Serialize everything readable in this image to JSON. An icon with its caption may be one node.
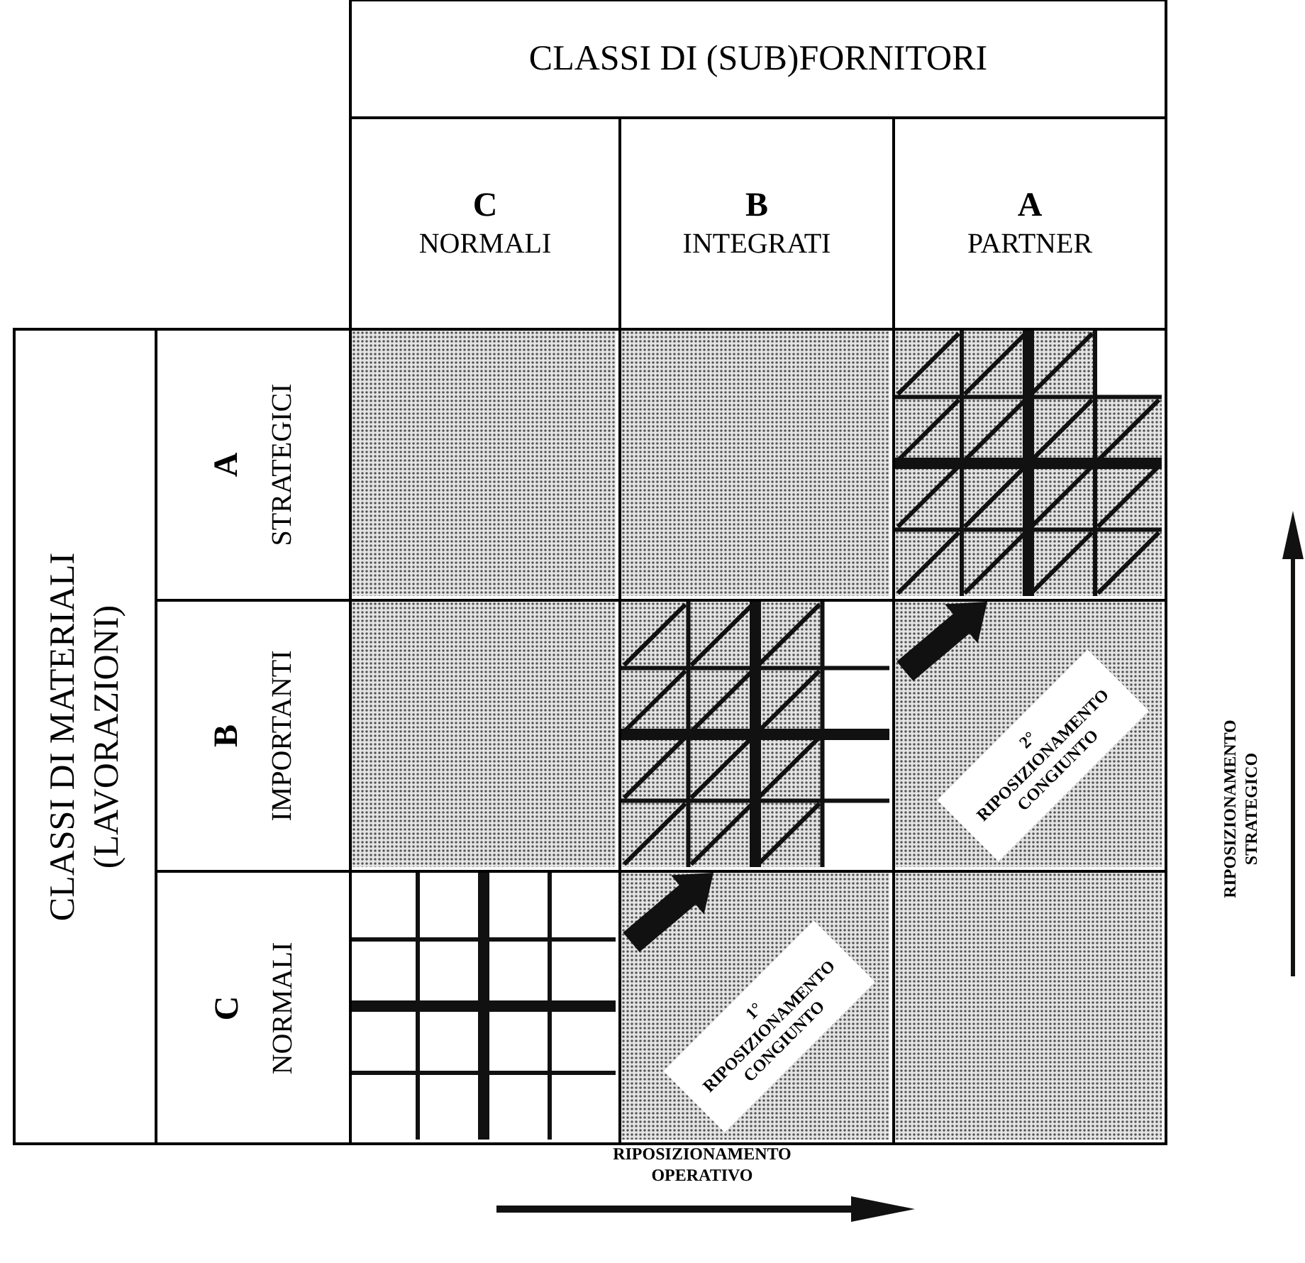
{
  "diagram": {
    "nodes": [
      {
        "text": [
          "CLASSI DI (SUB)FORNITORI"
        ]
      },
      {
        "text": [
          "C",
          "NORMALI"
        ]
      },
      {
        "text": [
          "B",
          "INTEGRATI"
        ]
      },
      {
        "text": [
          "A",
          "PARTNER"
        ]
      },
      {
        "text": [
          "CLASSI DI MATERIALI (LAVORAZIONI)"
        ]
      },
      {
        "text": [
          "A",
          "STRATEGICI"
        ]
      },
      {
        "text": [
          "B",
          "IMPORTANTI"
        ]
      },
      {
        "text": [
          "C",
          "NORMALI"
        ]
      },
      {
        "text": [],
        "shape": "box"
      },
      {
        "text": [],
        "shape": "box"
      },
      {
        "text": [],
        "shape": "box"
      },
      {
        "text": [],
        "shape": "box"
      },
      {
        "text": [],
        "shape": "box"
      },
      {
        "text": [
          "2° RIPOSIZIONAMENTO CONGIUNTO"
        ]
      },
      {
        "text": [],
        "shape": "box"
      },
      {
        "text": [
          "1° RIPOSIZIONAMENTO CONGIUNTO"
        ]
      },
      {
        "text": [],
        "shape": "box"
      }
    ],
    "edges": [
      {
        "from": 13,
        "to": 10,
        "arrow": "to",
        "style": "thick"
      },
      {
        "from": 15,
        "to": 12,
        "arrow": "to",
        "style": "thick"
      }
    ],
    "labels": [
      "RIPOSIZIONAMENTO STRATEGICO",
      "RIPOSIZIONAMENTO OPERATIVO"
    ]
  }
}
